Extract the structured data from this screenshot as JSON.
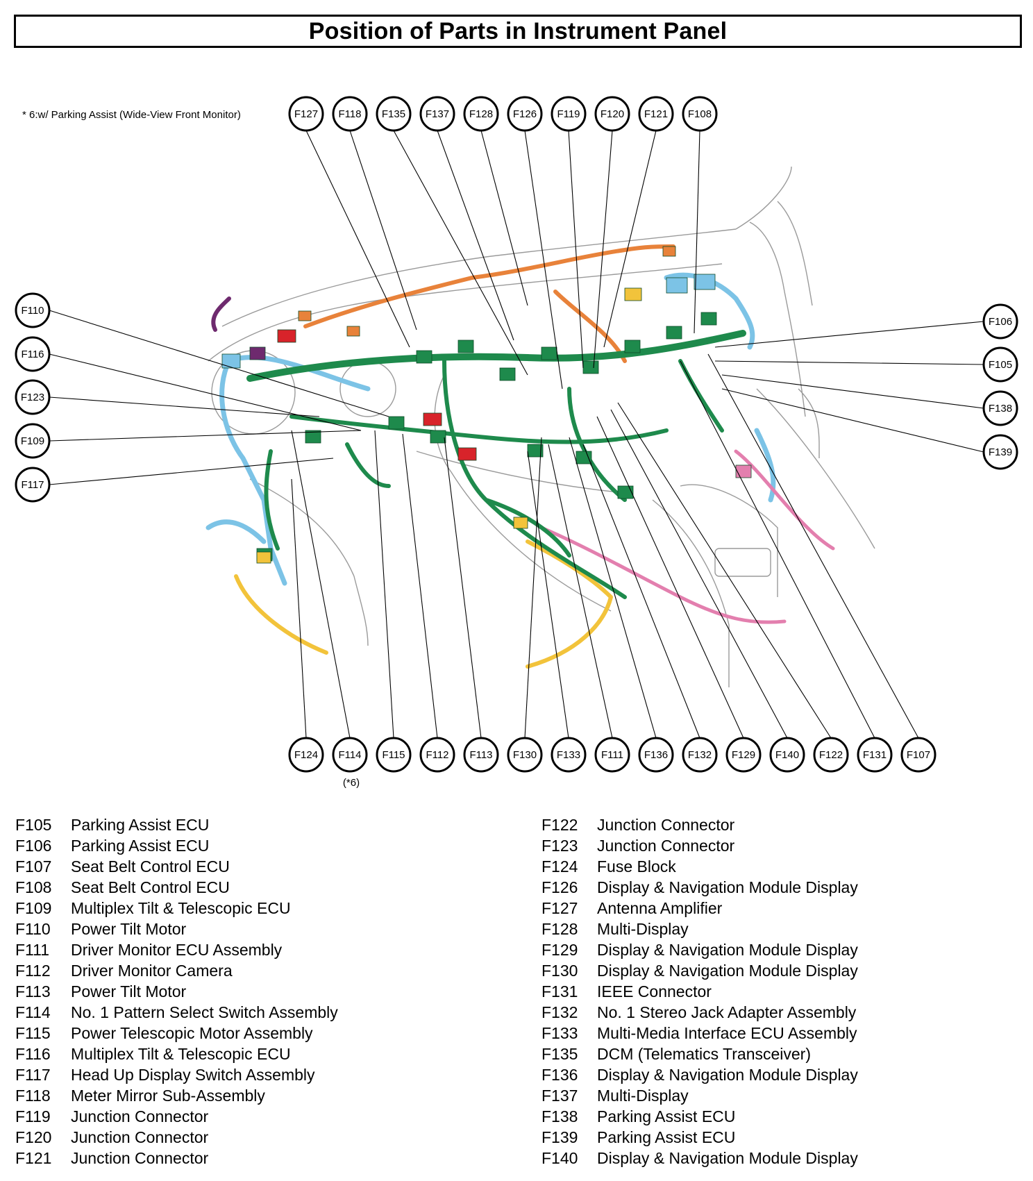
{
  "title": "Position of Parts in Instrument Panel",
  "note": "* 6:w/ Parking Assist (Wide-View Front Monitor)",
  "colors": {
    "green": "#1e8a4c",
    "blue": "#7cc3e6",
    "orange": "#e8823a",
    "yellow": "#f2c33b",
    "red": "#d8232a",
    "pink": "#e37fae",
    "purple": "#6e2a6e",
    "outline": "#9a9a9a"
  },
  "callouts": {
    "top": [
      "F127",
      "F118",
      "F135",
      "F137",
      "F128",
      "F126",
      "F119",
      "F120",
      "F121",
      "F108"
    ],
    "left": [
      "F110",
      "F116",
      "F123",
      "F109",
      "F117"
    ],
    "right": [
      "F106",
      "F105",
      "F138",
      "F139"
    ],
    "bottom": [
      "F124",
      "F114",
      "F115",
      "F112",
      "F113",
      "F130",
      "F133",
      "F111",
      "F136",
      "F132",
      "F129",
      "F140",
      "F122",
      "F131",
      "F107"
    ]
  },
  "f114_note": "(*6)",
  "legend_left": [
    {
      "code": "F105",
      "name": "Parking Assist ECU"
    },
    {
      "code": "F106",
      "name": "Parking Assist ECU"
    },
    {
      "code": "F107",
      "name": "Seat Belt Control ECU"
    },
    {
      "code": "F108",
      "name": "Seat Belt Control ECU"
    },
    {
      "code": "F109",
      "name": "Multiplex Tilt & Telescopic ECU"
    },
    {
      "code": "F110",
      "name": "Power Tilt Motor"
    },
    {
      "code": "F111",
      "name": "Driver Monitor ECU Assembly"
    },
    {
      "code": "F112",
      "name": "Driver Monitor Camera"
    },
    {
      "code": "F113",
      "name": "Power Tilt Motor"
    },
    {
      "code": "F114",
      "name": "No. 1 Pattern Select Switch Assembly"
    },
    {
      "code": "F115",
      "name": "Power Telescopic Motor Assembly"
    },
    {
      "code": "F116",
      "name": "Multiplex Tilt & Telescopic ECU"
    },
    {
      "code": "F117",
      "name": "Head Up Display Switch Assembly"
    },
    {
      "code": "F118",
      "name": "Meter Mirror Sub-Assembly"
    },
    {
      "code": "F119",
      "name": "Junction Connector"
    },
    {
      "code": "F120",
      "name": "Junction Connector"
    },
    {
      "code": "F121",
      "name": "Junction Connector"
    }
  ],
  "legend_right": [
    {
      "code": "F122",
      "name": "Junction Connector"
    },
    {
      "code": "F123",
      "name": "Junction Connector"
    },
    {
      "code": "F124",
      "name": "Fuse Block"
    },
    {
      "code": "F126",
      "name": "Display & Navigation Module Display"
    },
    {
      "code": "F127",
      "name": "Antenna Amplifier"
    },
    {
      "code": "F128",
      "name": "Multi-Display"
    },
    {
      "code": "F129",
      "name": "Display & Navigation Module Display"
    },
    {
      "code": "F130",
      "name": "Display & Navigation Module Display"
    },
    {
      "code": "F131",
      "name": "IEEE Connector"
    },
    {
      "code": "F132",
      "name": "No. 1 Stereo Jack Adapter Assembly"
    },
    {
      "code": "F133",
      "name": "Multi-Media Interface ECU Assembly"
    },
    {
      "code": "F135",
      "name": "DCM (Telematics Transceiver)"
    },
    {
      "code": "F136",
      "name": "Display & Navigation Module Display"
    },
    {
      "code": "F137",
      "name": "Multi-Display"
    },
    {
      "code": "F138",
      "name": "Parking Assist ECU"
    },
    {
      "code": "F139",
      "name": "Parking Assist ECU"
    },
    {
      "code": "F140",
      "name": "Display & Navigation Module Display"
    }
  ]
}
